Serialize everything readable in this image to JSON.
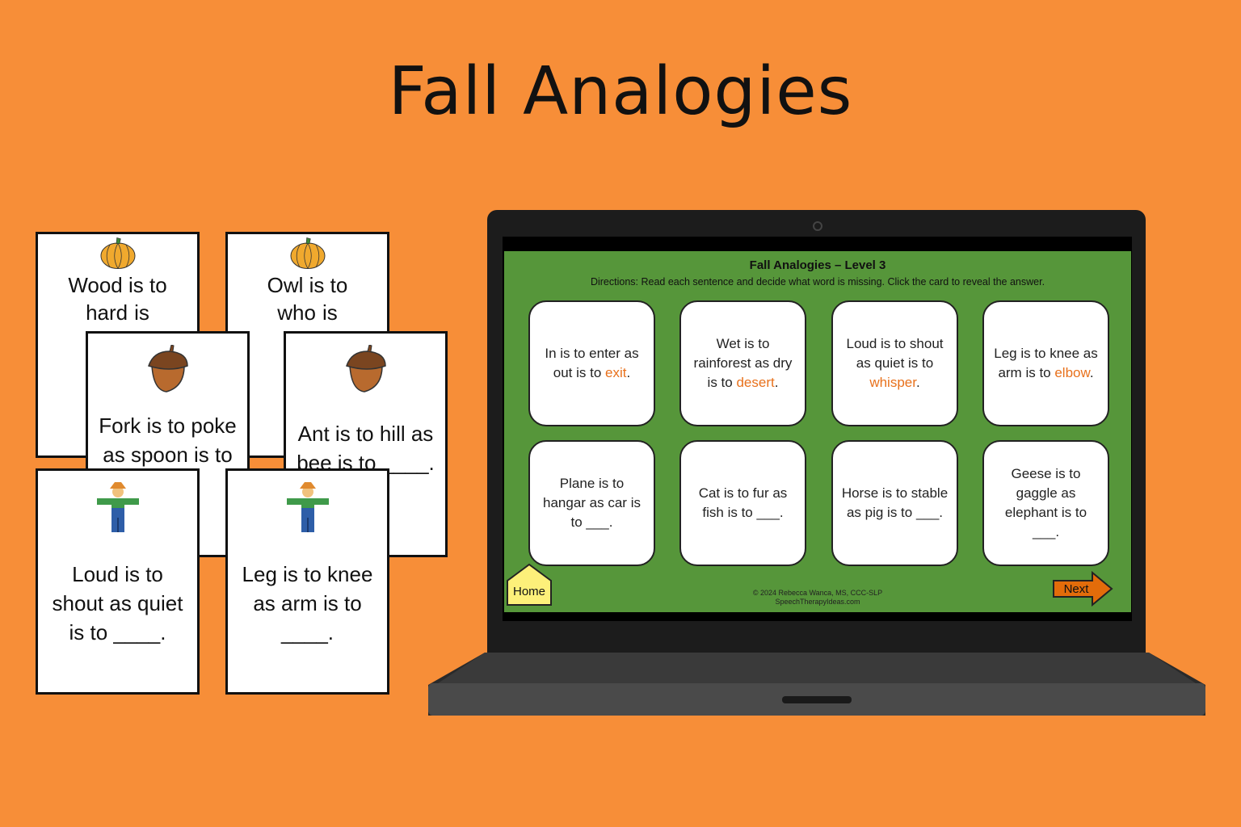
{
  "title": "Fall Analogies",
  "cards": [
    {
      "icon": "pumpkin-icon",
      "lines": [
        "Wood is to",
        "hard",
        "is"
      ]
    },
    {
      "icon": "pumpkin-icon",
      "lines": [
        "Owl is to",
        "who",
        "is"
      ]
    },
    {
      "icon": "acorn-icon",
      "lines": [
        "Fork is to poke",
        "as spoon is to"
      ]
    },
    {
      "icon": "acorn-icon",
      "lines": [
        "Ant is to hill as",
        "bee is to ____."
      ]
    },
    {
      "icon": "scarecrow-icon",
      "lines": [
        "Loud is to",
        "shout as quiet",
        "is to ____."
      ]
    },
    {
      "icon": "scarecrow-icon",
      "lines": [
        "Leg is to knee",
        "as arm is to",
        "____."
      ]
    }
  ],
  "screen": {
    "title": "Fall Analogies – Level 3",
    "directions": "Directions: Read each sentence and decide what word is missing.  Click the card to reveal the answer.",
    "tiles": [
      {
        "text": "In is to enter as out is to ",
        "answer": "exit",
        "end": "."
      },
      {
        "text": "Wet is to rainforest as dry is to ",
        "answer": "desert",
        "end": "."
      },
      {
        "text": "Loud is to shout as quiet is to ",
        "answer": "whisper",
        "end": "."
      },
      {
        "text": "Leg is to knee as arm is to ",
        "answer": "elbow",
        "end": "."
      },
      {
        "text": "Plane is to hangar as car is to ___.",
        "answer": "",
        "end": ""
      },
      {
        "text": "Cat is to fur as fish is to ___.",
        "answer": "",
        "end": ""
      },
      {
        "text": "Horse is to stable as pig is to ___.",
        "answer": "",
        "end": ""
      },
      {
        "text": "Geese is to gaggle as elephant is to ___.",
        "answer": "",
        "end": ""
      }
    ],
    "home_label": "Home",
    "next_label": "Next",
    "copyright": "© 2024 Rebecca Wanca, MS, CCC-SLP",
    "website": "SpeechTherapyIdeas.com"
  },
  "colors": {
    "background": "#f78e38",
    "screen_green": "#56963a",
    "answer": "#e8711c",
    "home": "#fdf07a",
    "next": "#e36c0a"
  }
}
